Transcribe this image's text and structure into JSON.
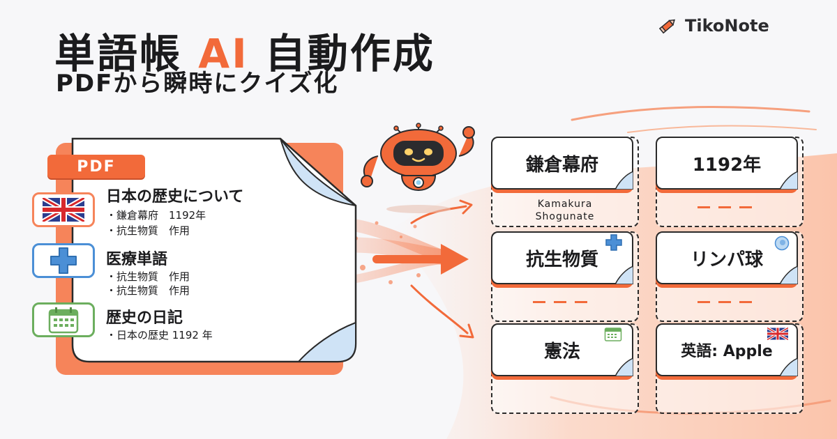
{
  "header": {
    "title_prefix": "単語帳",
    "title_accent": "AI",
    "title_suffix": "自動作成",
    "subtitle": "PDFから瞬時にクイズ化"
  },
  "brand": {
    "name": "TikoNote",
    "icon": "pencil-icon"
  },
  "document": {
    "tag": "PDF",
    "sections": [
      {
        "icon": "uk-flag-icon",
        "heading": "日本の歴史について",
        "lines": [
          "・鎌倉幕府　1192年",
          "・抗生物質　作用"
        ]
      },
      {
        "icon": "medical-cross-icon",
        "heading": "医療単語",
        "lines": [
          "・抗生物質　作用",
          "・抗生物質　作用"
        ]
      },
      {
        "icon": "calendar-icon",
        "heading": "歴史の日記",
        "lines": [
          "・日本の歴史 1192 年"
        ]
      }
    ]
  },
  "cards": [
    {
      "front": "鎌倉幕府",
      "back": "Kamakura Shogunate",
      "back_line1": "Kamakura",
      "back_line2": "Shogunate"
    },
    {
      "front": "1192年"
    },
    {
      "front": "抗生物質",
      "badge": "medical-cross-icon"
    },
    {
      "front": "リンパ球",
      "badge": "cell-icon"
    },
    {
      "front": "憲法",
      "badge": "calendar-icon"
    },
    {
      "front": "英語: Apple",
      "badge": "uk-flag-icon"
    }
  ],
  "colors": {
    "accent": "#f26a3a",
    "accent_light": "#f6845a",
    "blue": "#4b8fd6",
    "green": "#6cae5e",
    "text": "#1b1b1d"
  }
}
